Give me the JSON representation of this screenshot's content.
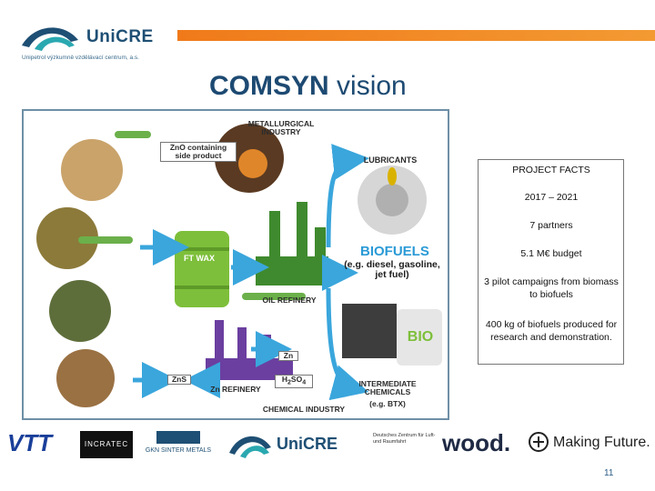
{
  "header": {
    "logo_name": "UniCRE",
    "logo_subtitle": "Unipetrol výzkumně vzdělávací centrum, a.s.",
    "title_part1": "COMSYN",
    "title_part2": " vision"
  },
  "diagram": {
    "zno_side_product": "ZnO containing side product",
    "metallurgical_industry": "METALLURGICAL INDUSTRY",
    "lubricants": "LUBRICANTS",
    "ft_wax": "FT WAX",
    "biofuels": "BIOFUELS",
    "biofuels_examples": "(e.g. diesel, gasoline, jet fuel)",
    "oil_refinery": "OIL REFINERY",
    "zn": "Zn",
    "zns": "ZnS",
    "h2so4_main": "H",
    "h2so4_sub1": "2",
    "h2so4_mid": "SO",
    "h2so4_sub2": "4",
    "zn_refinery": "Zn REFINERY",
    "intermediate_chemicals": "INTERMEDIATE CHEMICALS",
    "btx": "(e.g. BTX)",
    "chemical_industry": "CHEMICAL INDUSTRY",
    "bio_can": "BIO"
  },
  "project_facts": {
    "heading": "PROJECT FACTS",
    "years": "2017 – 2021",
    "partners": "7 partners",
    "budget": "5.1 M€ budget",
    "pilots": "3 pilot campaigns from biomass to biofuels",
    "output": "400 kg of biofuels produced for research and demonstration."
  },
  "partners": {
    "vtt": "VTT",
    "incratec": "INCRATEC",
    "gkn": "GKN SINTER METALS",
    "unicre": "UniCRE",
    "dlr": "Deutsches Zentrum für Luft- und Raumfahrt",
    "wood": "wood.",
    "making_future": "Making Future."
  },
  "page_number": "11",
  "colors": {
    "brand_blue": "#1e4f74",
    "accent_orange": "#f07a1a",
    "arrow_blue": "#3aa6dc",
    "biofuel_blue": "#2a9ad6",
    "green": "#7dbf3a"
  }
}
